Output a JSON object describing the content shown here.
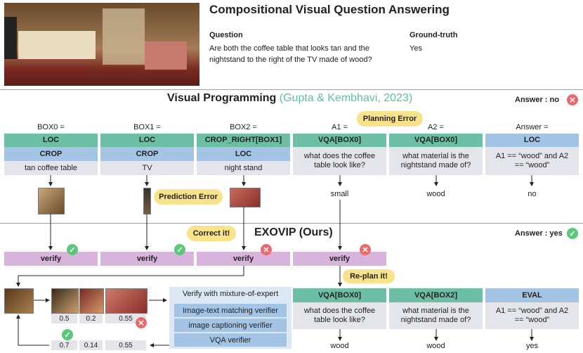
{
  "header": {
    "title": "Compositional Visual Question Answering",
    "question_label": "Question",
    "question_text": "Are both the coffee table that looks tan and the nightstand to the right of the TV made of wood?",
    "gt_label": "Ground-truth",
    "gt_value": "Yes"
  },
  "visprog": {
    "title": "Visual Programming",
    "cite": "Gupta & Kembhavi, 2023",
    "answer_label": "Answer :",
    "answer_value": "no",
    "columns": [
      {
        "var": "BOX0 =",
        "op1": "LOC",
        "op2": "CROP",
        "arg": "tan coffee table"
      },
      {
        "var": "BOX1 =",
        "op1": "LOC",
        "op2": "CROP",
        "arg": "TV"
      },
      {
        "var": "BOX2 =",
        "op1": "CROP_RIGHT[BOX1]",
        "op2": "LOC",
        "arg": "night stand"
      },
      {
        "var": "A1 =",
        "op1": "VQA[BOX0]",
        "arg": "what does the coffee table look like?",
        "out": "small"
      },
      {
        "var": "A2 =",
        "op1": "VQA[BOX0]",
        "arg": "what material is the nightstand made of?",
        "out": "wood"
      },
      {
        "var": "Answer =",
        "op1": "LOC",
        "arg": "A1 == “wood” and A2 == “wood”",
        "out": "no"
      }
    ],
    "planning_error": "Planning Error",
    "prediction_error": "Prediction Error"
  },
  "exovip": {
    "title": "EXOVIP (Ours)",
    "answer_label": "Answer :",
    "answer_value": "yes",
    "correct_it": "Correct it!",
    "replan_it": "Re-plan it!",
    "verify": "verify",
    "columns": [
      {
        "op1": "VQA[BOX0]",
        "arg": "what does the coffee table look like?",
        "out": "wood"
      },
      {
        "op1": "VQA[BOX2]",
        "arg": "what material is the nightstand made of?",
        "out": "wood"
      },
      {
        "op1": "EVAL",
        "arg": "A1 == “wood” and A2 == “wood”",
        "out": "yes"
      }
    ],
    "scores_top": [
      "0.5",
      "0.2",
      "0.55"
    ],
    "scores_bottom": [
      "0.7",
      "0.14",
      "0.55"
    ],
    "verifier_title": "Verify with mixture-of-expert",
    "verifiers": [
      "Image-text matching verifier",
      "image captioning verifier",
      "VQA verifier"
    ]
  },
  "colors": {
    "green": "#6cbfa4",
    "blue": "#a4c4e6",
    "gray": "#e3e5ea",
    "purple": "#d8b4dc",
    "yellow": "#f8e38a",
    "cite": "#5cc0a0"
  }
}
